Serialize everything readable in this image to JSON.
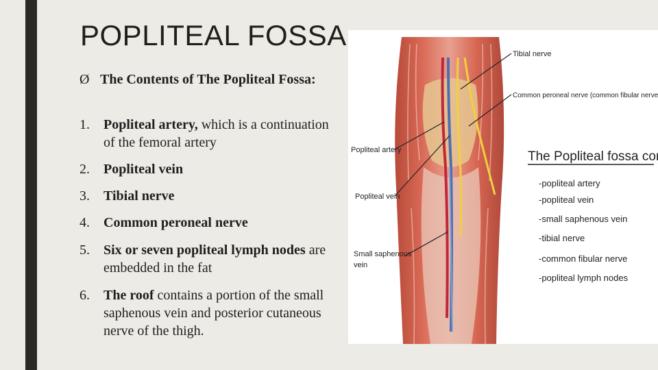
{
  "slide": {
    "title": "POPLITEAL FOSSA",
    "heading_arrow": "Ø",
    "heading": "The Contents of The Popliteal Fossa:",
    "items": [
      {
        "num": "1.",
        "bold": "Popliteal artery,",
        "rest": " which is a continuation of the femoral artery"
      },
      {
        "num": "2.",
        "bold": "Popliteal vein",
        "rest": ""
      },
      {
        "num": "3.",
        "bold": "Tibial nerve",
        "rest": ""
      },
      {
        "num": "4.",
        "bold": "Common peroneal nerve",
        "rest": ""
      },
      {
        "num": "5.",
        "bold": "Six or seven popliteal lymph nodes",
        "rest": " are embedded in the fat"
      },
      {
        "num": "6.",
        "bold": "The roof",
        "rest": " contains a portion of the small saphenous vein and posterior cutaneous nerve of the thigh."
      }
    ]
  },
  "figure": {
    "labels": {
      "tibial_nerve": "Tibial nerve",
      "common_peroneal": "Common peroneal nerve (common fibular nerve)",
      "popliteal_artery": "Popliteal artery",
      "popliteal_vein": "Popliteal vein",
      "small_saphenous_1": "Small saphenous",
      "small_saphenous_2": "vein"
    },
    "contains_title": "The Popliteal fossa contains:",
    "contains_list": [
      "-popliteal artery",
      "-popliteal vein",
      "-small saphenous vein",
      "-tibial nerve",
      "-common fibular nerve",
      "-popliteal lymph nodes"
    ]
  }
}
